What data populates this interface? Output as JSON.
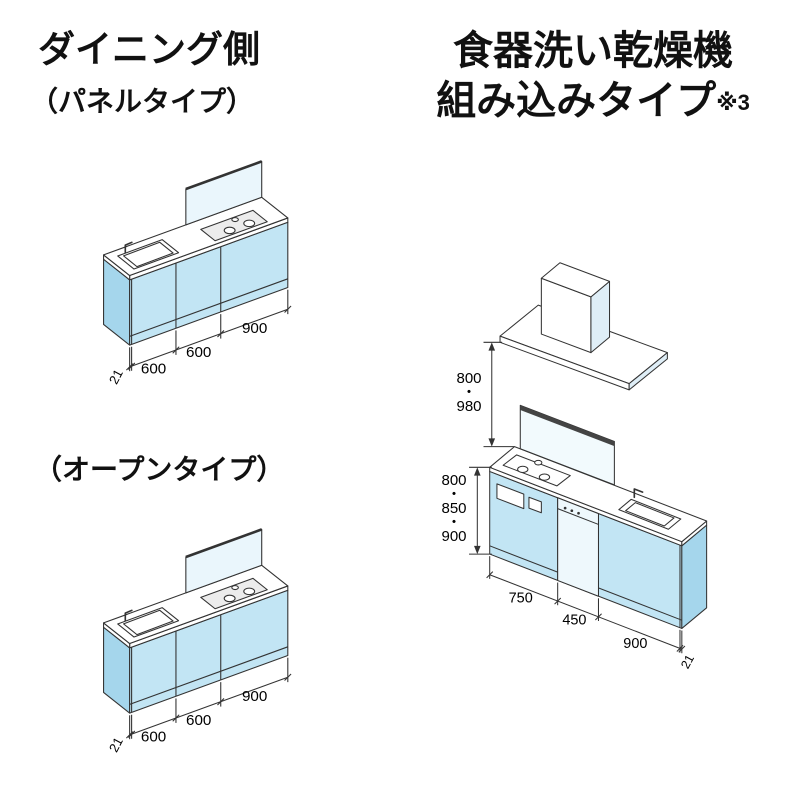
{
  "left_section": {
    "title": "ダイニング側",
    "subtitle": "（パネルタイプ）",
    "open_type_label": "（オープンタイプ）",
    "dims": {
      "panel_thickness": "21",
      "section1": "600",
      "section2": "600",
      "section3": "900"
    }
  },
  "right_section": {
    "title_line1": "食器洗い乾燥機",
    "title_line2": "組み込みタイプ",
    "title_note": "※3",
    "dims": {
      "hood_clearance": "800\n・\n980",
      "counter_heights": "800\n・\n850\n・\n900",
      "section1": "750",
      "section2": "450",
      "section3": "900",
      "panel_thickness": "21"
    }
  },
  "colors": {
    "cabinet_blue": "#c2e5f4",
    "cabinet_blue_dark": "#a5d6ec",
    "panel_light": "#eaf6fc",
    "line": "#333333"
  }
}
